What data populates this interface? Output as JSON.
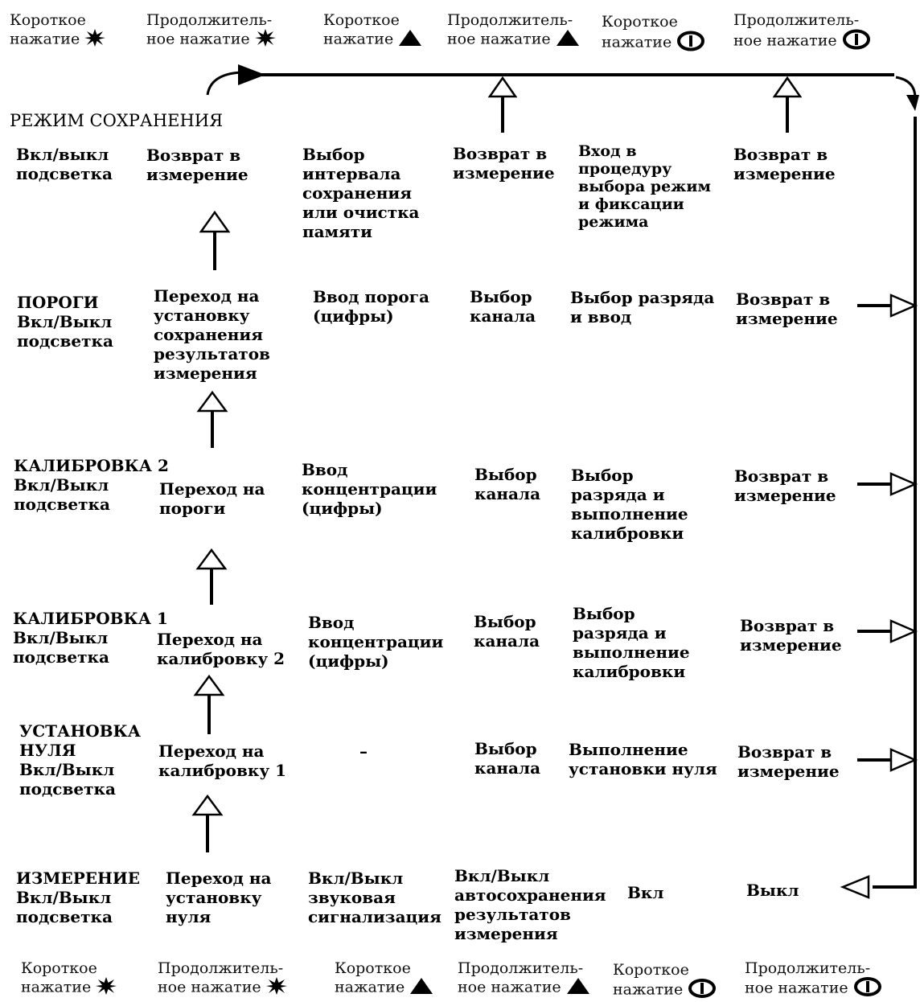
{
  "key_legend_top": [
    {
      "line1": "Короткое",
      "line2": "нажатие",
      "icon": "star-icon"
    },
    {
      "line1": "Продолжитель-",
      "line2": "ное нажатие",
      "icon": "star-icon"
    },
    {
      "line1": "Короткое",
      "line2": "нажатие",
      "icon": "triangle-up-icon"
    },
    {
      "line1": "Продолжитель-",
      "line2": "ное нажатие",
      "icon": "triangle-up-icon"
    },
    {
      "line1": "Короткое",
      "line2": "нажатие",
      "icon": "power-circle-icon"
    },
    {
      "line1": "Продолжитель-",
      "line2": "ное нажатие",
      "icon": "power-circle-icon"
    }
  ],
  "key_legend_bottom": [
    {
      "line1": "Короткое",
      "line2": "нажатие",
      "icon": "star-icon"
    },
    {
      "line1": "Продолжитель-",
      "line2": "ное нажатие",
      "icon": "star-icon"
    },
    {
      "line1": "Короткое",
      "line2": "нажатие",
      "icon": "triangle-up-icon"
    },
    {
      "line1": "Продолжитель-",
      "line2": "ное нажатие",
      "icon": "triangle-up-icon"
    },
    {
      "line1": "Короткое",
      "line2": "нажатие",
      "icon": "power-circle-icon"
    },
    {
      "line1": "Продолжитель-",
      "line2": "ное нажатие",
      "icon": "power-circle-icon"
    }
  ],
  "rows": {
    "save_mode": {
      "title": "РЕЖИМ СОХРАНЕНИЯ",
      "c1": "Вкл/выкл\nподсветка",
      "c2": "Возврат в\nизмерение",
      "c3": "Выбор\nинтервала\nсохранения\nили очистка\nпамяти",
      "c4": "Возврат в\nизмерение",
      "c5": "Вход в\nпроцедуру\nвыбора режим\nи фиксации\nрежима",
      "c6": "Возврат в\nизмерение"
    },
    "thresholds": {
      "c1": "ПОРОГИ\nВкл/Выкл\nподсветка",
      "c2": "Переход на\nустановку\nсохранения\nрезультатов\nизмерения",
      "c3": "Ввод порога\n(цифры)",
      "c4": "Выбор\nканала",
      "c5": "Выбор разряда\nи ввод",
      "c6": "Возврат в\nизмерение"
    },
    "calibration2": {
      "c1": "КАЛИБРОВКА 2\nВкл/Выкл\nподсветка",
      "c2": "Переход на\nпороги",
      "c3": "Ввод\nконцентрации\n(цифры)",
      "c4": "Выбор\nканала",
      "c5": "Выбор\nразряда и\nвыполнение\nкалибровки",
      "c6": "Возврат в\nизмерение"
    },
    "calibration1": {
      "c1": "КАЛИБРОВКА 1\nВкл/Выкл\nподсветка",
      "c2": "Переход на\nкалибровку 2",
      "c3": "Ввод\nконцентрации\n(цифры)",
      "c4": "Выбор\nканала",
      "c5": "Выбор\nразряда и\nвыполнение\nкалибровки",
      "c6": "Возврат в\nизмерение"
    },
    "zero_setup": {
      "c1": "УСТАНОВКА\nНУЛЯ\nВкл/Выкл\nподсветка",
      "c2": "Переход на\nкалибровку 1",
      "c3": "–",
      "c4": "Выбор\nканала",
      "c5": "Выполнение\nустановки нуля",
      "c6": "Возврат в\nизмерение"
    },
    "measurement": {
      "c1": "ИЗМЕРЕНИЕ\nВкл/Выкл\nподсветка",
      "c2": "Переход на\nустановку\nнуля",
      "c3": "Вкл/Выкл\nзвуковая\nсигнализация",
      "c4": "Вкл/Выкл\nавтосохранения\nрезультатов\nизмерения",
      "c5": "Вкл",
      "c6": "Выкл"
    }
  }
}
